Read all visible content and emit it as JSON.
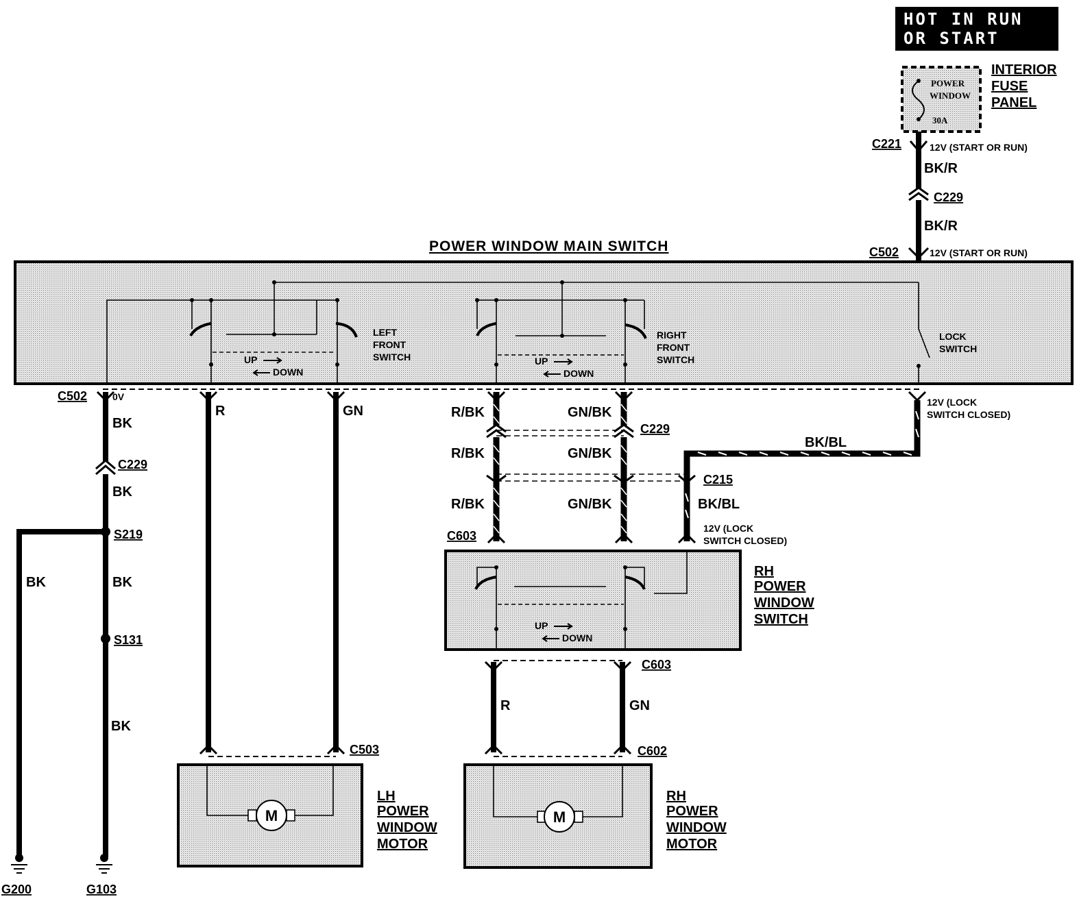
{
  "header": {
    "hot_line1": "HOT IN RUN",
    "hot_line2": "OR START"
  },
  "fuse_panel": {
    "label": [
      "INTERIOR",
      "FUSE",
      "PANEL"
    ],
    "fuse_name": [
      "POWER",
      "WINDOW"
    ],
    "fuse_rating": "30A"
  },
  "main_switch": {
    "title": "POWER WINDOW MAIN SWITCH",
    "left_switch": [
      "LEFT",
      "FRONT",
      "SWITCH"
    ],
    "right_switch": [
      "RIGHT",
      "FRONT",
      "SWITCH"
    ],
    "lock_switch": [
      "LOCK",
      "SWITCH"
    ],
    "up": "UP",
    "down": "DOWN"
  },
  "rh_switch": {
    "label": [
      "RH",
      "POWER",
      "WINDOW",
      "SWITCH"
    ],
    "up": "UP",
    "down": "DOWN"
  },
  "lh_motor": {
    "label": [
      "LH",
      "POWER",
      "WINDOW",
      "MOTOR"
    ],
    "symbol": "M"
  },
  "rh_motor": {
    "label": [
      "RH",
      "POWER",
      "WINDOW",
      "MOTOR"
    ],
    "symbol": "M"
  },
  "connectors": {
    "c221": "C221",
    "c229_top": "C229",
    "c502_top": "C502",
    "c502_left": "C502",
    "c229_left": "C229",
    "c229_mid": "C229",
    "c215": "C215",
    "c603_top": "C603",
    "c603_bottom": "C603",
    "c503": "C503",
    "c602": "C602",
    "s219": "S219",
    "s131": "S131",
    "g200": "G200",
    "g103": "G103"
  },
  "voltages": {
    "c221": "12V (START OR RUN)",
    "c502_top": "12V (START OR RUN)",
    "c502_left": "0V",
    "lock_closed_1": [
      "12V (LOCK",
      "SWITCH CLOSED)"
    ],
    "lock_closed_2": [
      "12V (LOCK",
      "SWITCH CLOSED)"
    ]
  },
  "wires": {
    "bkr_1": "BK/R",
    "bkr_2": "BK/R",
    "bk_1": "BK",
    "bk_2": "BK",
    "bk_3": "BK",
    "bk_4": "BK",
    "bk_ground": "BK",
    "r_left": "R",
    "gn_left": "GN",
    "rbk_1": "R/BK",
    "rbk_2": "R/BK",
    "rbk_3": "R/BK",
    "gnbk_1": "GN/BK",
    "gnbk_2": "GN/BK",
    "gnbk_3": "GN/BK",
    "bkbl_1": "BK/BL",
    "bkbl_2": "BK/BL",
    "r_right": "R",
    "gn_right": "GN"
  }
}
